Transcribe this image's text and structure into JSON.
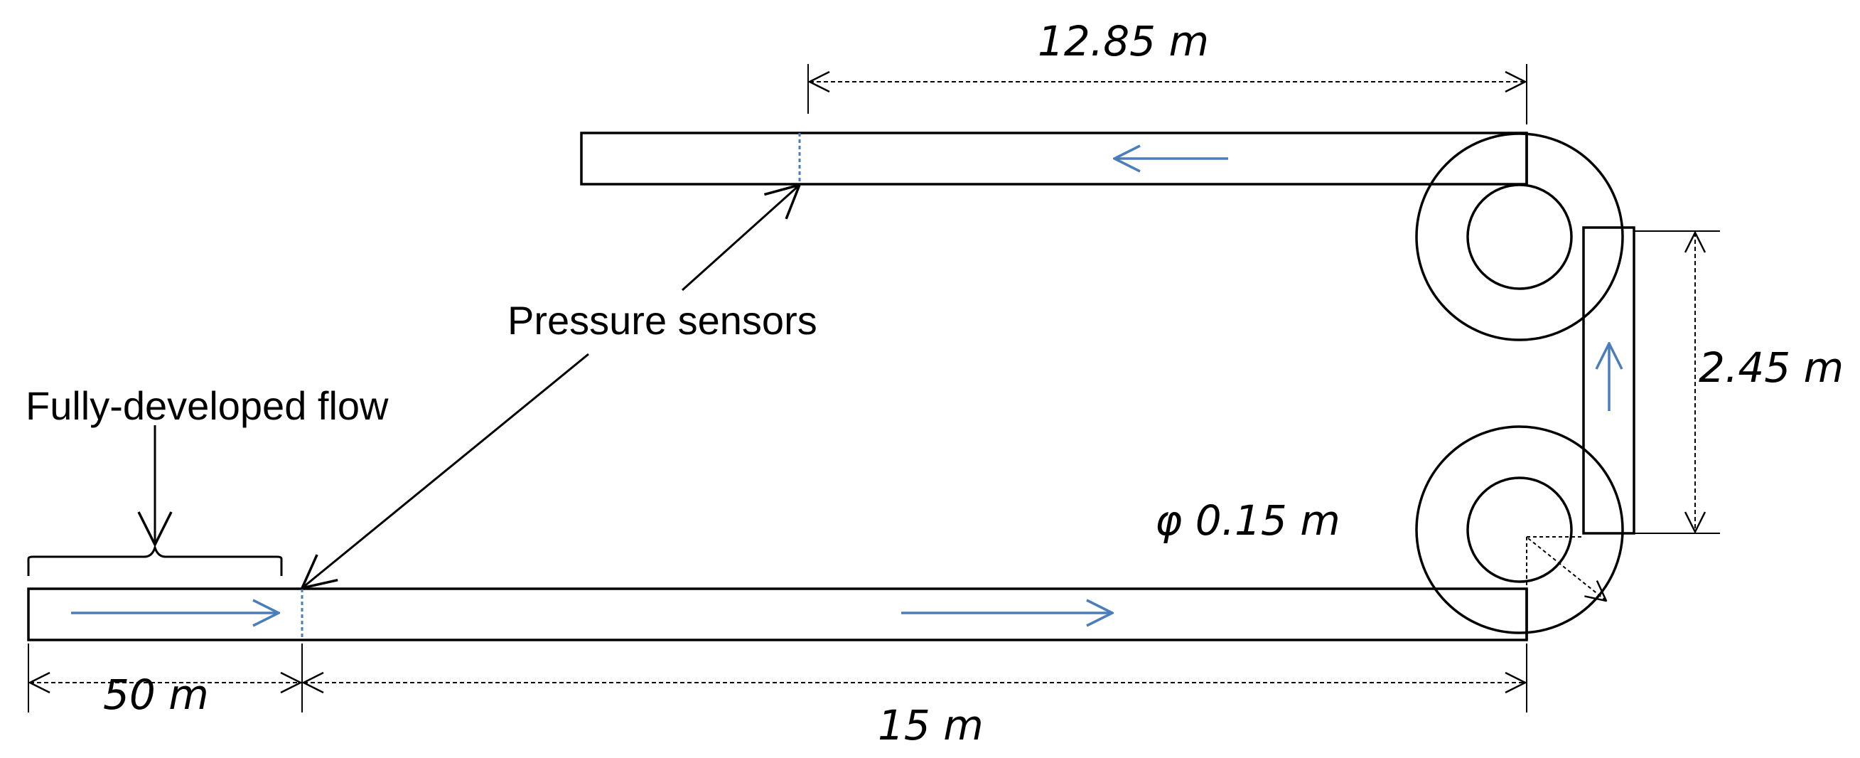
{
  "labels": {
    "pressure_sensors": "Pressure sensors",
    "fully_developed_flow": "Fully-developed flow"
  },
  "dimensions": {
    "top_length": "12.85 m",
    "height": "2.45 m",
    "diameter": "φ 0.15 m",
    "inlet_length": "50 m",
    "bottom_length": "15 m"
  },
  "colors": {
    "flow_arrow": "#4A7EBB",
    "outline": "#000000",
    "sensor_marker": "#4A7EBB"
  }
}
